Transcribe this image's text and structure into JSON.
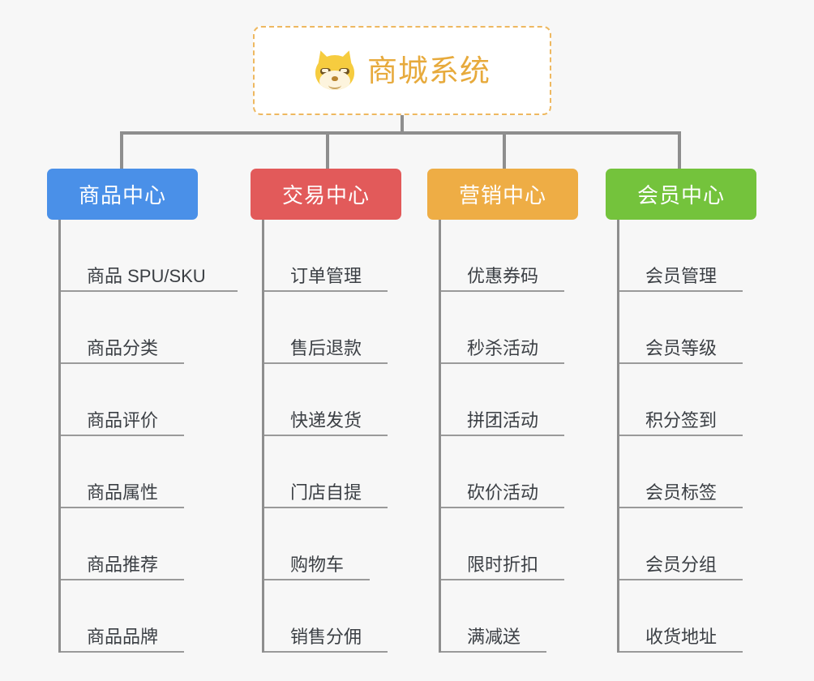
{
  "diagram": {
    "type": "organization-tree",
    "background_color": "#f7f7f7",
    "connector_color": "#8e8e8e"
  },
  "root": {
    "title": "商城系统",
    "icon": "shiba-inu-icon",
    "text_color": "#e7aa3c",
    "border_color": "#eeb860",
    "background_color": "#ffffff"
  },
  "columns": [
    {
      "header": "商品中心",
      "color": "#4a90e8",
      "items": [
        "商品 SPU/SKU",
        "商品分类",
        "商品评价",
        "商品属性",
        "商品推荐",
        "商品品牌"
      ]
    },
    {
      "header": "交易中心",
      "color": "#e25a5a",
      "items": [
        "订单管理",
        "售后退款",
        "快递发货",
        "门店自提",
        "购物车",
        "销售分佣"
      ]
    },
    {
      "header": "营销中心",
      "color": "#eead45",
      "items": [
        "优惠券码",
        "秒杀活动",
        "拼团活动",
        "砍价活动",
        "限时折扣",
        "满减送"
      ]
    },
    {
      "header": "会员中心",
      "color": "#74c33c",
      "items": [
        "会员管理",
        "会员等级",
        "积分签到",
        "会员标签",
        "会员分组",
        "收货地址"
      ]
    }
  ]
}
